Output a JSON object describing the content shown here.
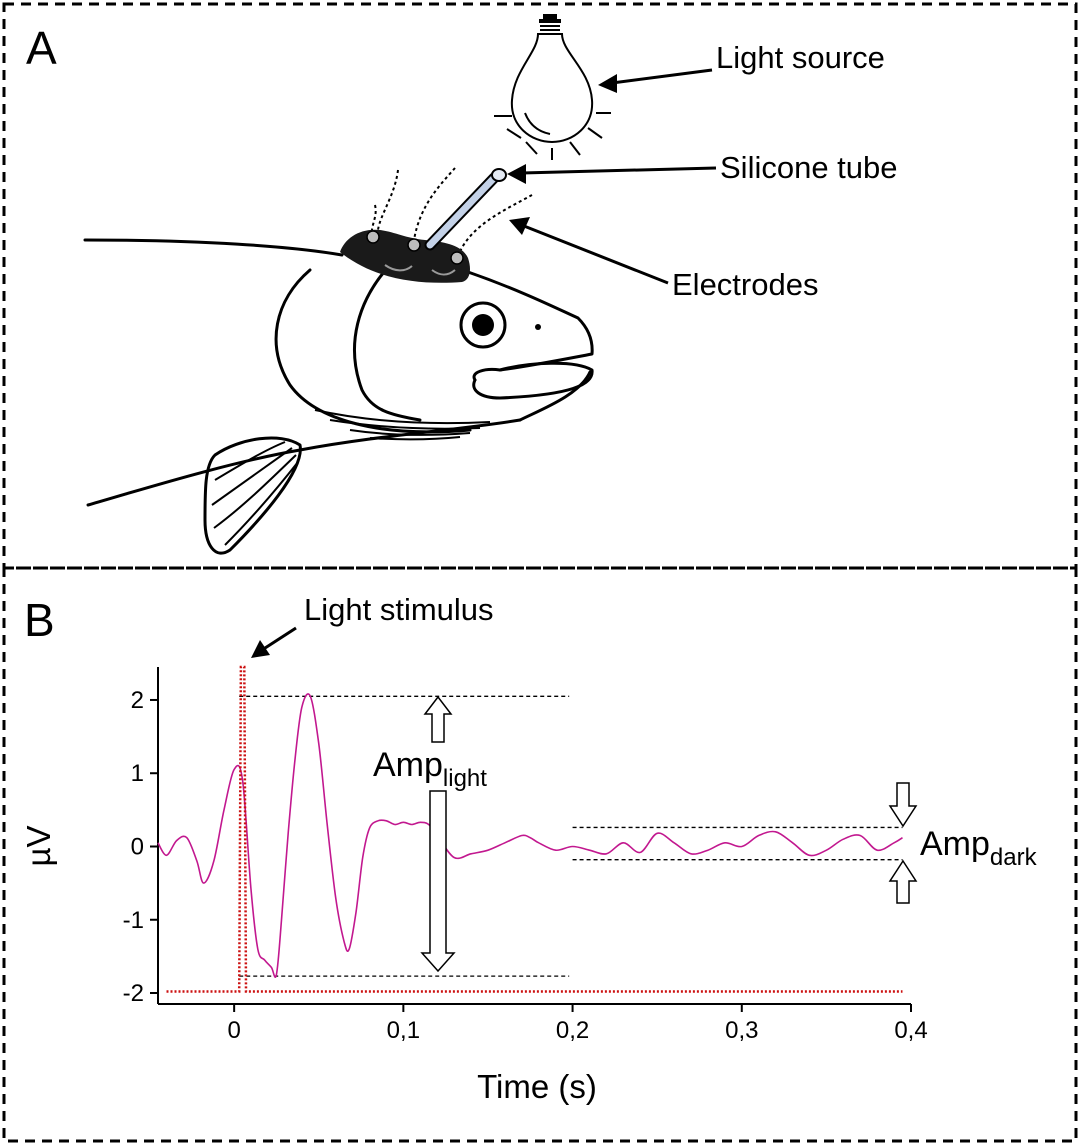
{
  "colors": {
    "trace": "#c2188f",
    "stimulus": "#cc1111",
    "tube": "#c4d2e8",
    "electrode_pad": "#1a1a1a"
  },
  "panel_a": {
    "letter": "A",
    "labels": {
      "light_source": "Light source",
      "silicone_tube": "Silicone tube",
      "electrodes": "Electrodes"
    }
  },
  "panel_b": {
    "letter": "B",
    "stimulus_label": "Light stimulus",
    "amp_light": {
      "main": "Amp",
      "sub": "light"
    },
    "amp_dark": {
      "main": "Amp",
      "sub": "dark"
    }
  },
  "chart_data": {
    "type": "line",
    "xlabel": "Time (s)",
    "ylabel": "µV",
    "xlim": [
      -0.045,
      0.4
    ],
    "ylim": [
      -2.15,
      2.45
    ],
    "x_ticks": [
      "0",
      "0,1",
      "0,2",
      "0,3",
      "0,4"
    ],
    "x_tick_values": [
      0,
      0.1,
      0.2,
      0.3,
      0.4
    ],
    "y_ticks": [
      "2",
      "1",
      "0",
      "-1",
      "-2"
    ],
    "y_tick_values": [
      2,
      1,
      0,
      -1,
      -2
    ],
    "series": [
      {
        "color": "#c2188f",
        "x": [
          -0.045,
          -0.04,
          -0.034,
          -0.028,
          -0.022,
          -0.018,
          -0.012,
          -0.006,
          0.0,
          0.005,
          0.01,
          0.014,
          0.018,
          0.022,
          0.025,
          0.028,
          0.032,
          0.036,
          0.04,
          0.045,
          0.05,
          0.055,
          0.06,
          0.065,
          0.068,
          0.072,
          0.076,
          0.08,
          0.085,
          0.09,
          0.095,
          0.1,
          0.105,
          0.11,
          0.115,
          0.12,
          0.13,
          0.14,
          0.15,
          0.16,
          0.17,
          0.175,
          0.18,
          0.19,
          0.2,
          0.21,
          0.22,
          0.23,
          0.24,
          0.25,
          0.26,
          0.27,
          0.28,
          0.29,
          0.3,
          0.31,
          0.32,
          0.33,
          0.34,
          0.35,
          0.36,
          0.37,
          0.38,
          0.39,
          0.395
        ],
        "y": [
          0.05,
          -0.12,
          0.08,
          0.12,
          -0.2,
          -0.5,
          -0.2,
          0.5,
          1.05,
          0.9,
          -0.6,
          -1.4,
          -1.55,
          -1.65,
          -1.75,
          -1.0,
          0.2,
          1.2,
          1.9,
          2.05,
          1.4,
          0.3,
          -0.7,
          -1.3,
          -1.4,
          -0.9,
          -0.15,
          0.25,
          0.35,
          0.35,
          0.3,
          0.33,
          0.3,
          0.33,
          0.3,
          0.15,
          -0.15,
          -0.1,
          -0.05,
          0.05,
          0.15,
          0.12,
          0.05,
          -0.05,
          0.0,
          -0.05,
          -0.1,
          0.05,
          -0.08,
          0.18,
          0.05,
          -0.1,
          -0.05,
          0.05,
          0.0,
          0.15,
          0.2,
          0.05,
          -0.12,
          -0.05,
          0.1,
          0.15,
          -0.05,
          0.05,
          0.12
        ]
      },
      {
        "color": "#cc1111",
        "style": "dotted",
        "x": [
          -0.04,
          0.003,
          0.004,
          0.006,
          0.007,
          0.395
        ],
        "y": [
          -1.98,
          -1.98,
          2.45,
          2.45,
          -1.98,
          -1.98
        ]
      }
    ],
    "reference_lines": [
      {
        "y": 2.05,
        "x": [
          0.003,
          0.198
        ]
      },
      {
        "y": -1.77,
        "x": [
          0.003,
          0.198
        ]
      },
      {
        "y": 0.26,
        "x": [
          0.2,
          0.395
        ]
      },
      {
        "y": -0.18,
        "x": [
          0.2,
          0.395
        ]
      }
    ]
  }
}
